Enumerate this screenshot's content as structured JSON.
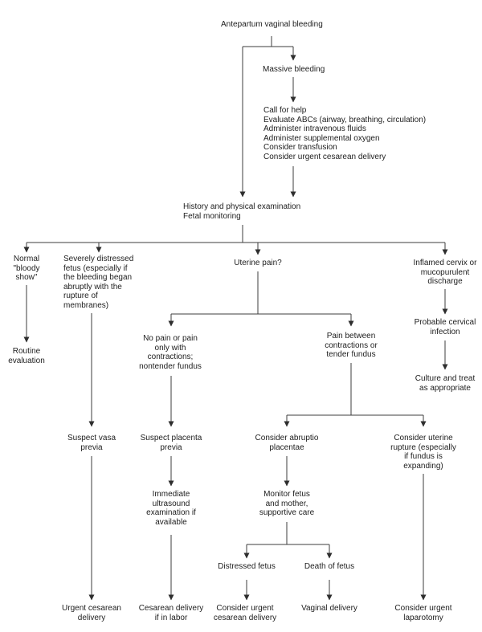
{
  "diagram": {
    "type": "flowchart",
    "colors": {
      "background": "#ffffff",
      "text": "#1d1d1d",
      "line": "#3d3d3d"
    }
  },
  "nodes": {
    "antepartum": {
      "text": "Antepartum vaginal bleeding"
    },
    "massive": {
      "text": "Massive bleeding"
    },
    "actions": {
      "text": "Call for help\nEvaluate ABCs (airway, breathing, circulation)\nAdminister intravenous fluids\nAdminister supplemental oxygen\nConsider transfusion\nConsider urgent cesarean delivery"
    },
    "history": {
      "text": "History and physical examination\nFetal monitoring"
    },
    "normal_show": {
      "text": "Normal\n\"bloody\nshow\""
    },
    "severe": {
      "text": "Severely distressed\nfetus (especially if\nthe bleeding began\nabruptly with the\nrupture of\nmembranes)"
    },
    "uterine_pain": {
      "text": "Uterine pain?"
    },
    "inflamed": {
      "text": "Inflamed cervix or\nmucopurulent\ndischarge"
    },
    "routine": {
      "text": "Routine\nevaluation"
    },
    "no_pain": {
      "text": "No pain or pain\nonly with\ncontractions;\nnontender fundus"
    },
    "pain_between": {
      "text": "Pain between\ncontractions or\ntender fundus"
    },
    "probable": {
      "text": "Probable cervical\ninfection"
    },
    "culture": {
      "text": "Culture and treat\nas appropriate"
    },
    "suspect_vasa": {
      "text": "Suspect vasa\nprevia"
    },
    "suspect_placenta": {
      "text": "Suspect placenta\nprevia"
    },
    "abruptio": {
      "text": "Consider abruptio\nplacentae"
    },
    "uterine_rupture": {
      "text": "Consider uterine\nrupture (especially\nif fundus is\nexpanding)"
    },
    "immediate_us": {
      "text": "Immediate\nultrasound\nexamination if\navailable"
    },
    "monitor": {
      "text": "Monitor fetus\nand mother,\nsupportive care"
    },
    "distressed": {
      "text": "Distressed fetus"
    },
    "death": {
      "text": "Death of fetus"
    },
    "urgent_cd": {
      "text": "Urgent cesarean\ndelivery"
    },
    "cd_labor": {
      "text": "Cesarean delivery\nif in labor"
    },
    "consider_urgent_cd": {
      "text": "Consider urgent\ncesarean delivery"
    },
    "vaginal": {
      "text": "Vaginal delivery"
    },
    "laparotomy": {
      "text": "Consider urgent\nlaparotomy"
    }
  },
  "edges": [
    {
      "from": "antepartum",
      "to": "massive"
    },
    {
      "from": "antepartum",
      "to": "history"
    },
    {
      "from": "massive",
      "to": "actions"
    },
    {
      "from": "actions",
      "to": "history"
    },
    {
      "from": "history",
      "to": "normal_show"
    },
    {
      "from": "history",
      "to": "severe"
    },
    {
      "from": "history",
      "to": "uterine_pain"
    },
    {
      "from": "history",
      "to": "inflamed"
    },
    {
      "from": "normal_show",
      "to": "routine"
    },
    {
      "from": "severe",
      "to": "suspect_vasa"
    },
    {
      "from": "uterine_pain",
      "to": "no_pain"
    },
    {
      "from": "uterine_pain",
      "to": "pain_between"
    },
    {
      "from": "no_pain",
      "to": "suspect_placenta"
    },
    {
      "from": "pain_between",
      "to": "abruptio"
    },
    {
      "from": "pain_between",
      "to": "uterine_rupture"
    },
    {
      "from": "inflamed",
      "to": "probable"
    },
    {
      "from": "probable",
      "to": "culture"
    },
    {
      "from": "suspect_vasa",
      "to": "urgent_cd"
    },
    {
      "from": "suspect_placenta",
      "to": "immediate_us"
    },
    {
      "from": "immediate_us",
      "to": "cd_labor"
    },
    {
      "from": "abruptio",
      "to": "monitor"
    },
    {
      "from": "monitor",
      "to": "distressed"
    },
    {
      "from": "monitor",
      "to": "death"
    },
    {
      "from": "distressed",
      "to": "consider_urgent_cd"
    },
    {
      "from": "death",
      "to": "vaginal"
    },
    {
      "from": "uterine_rupture",
      "to": "laparotomy"
    }
  ]
}
